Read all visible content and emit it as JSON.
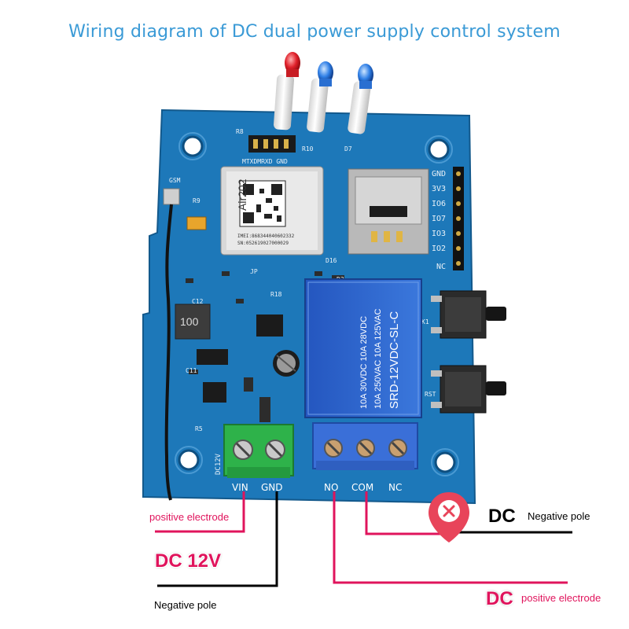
{
  "title": "Wiring diagram of DC dual power supply control system",
  "colors": {
    "title": "#3a9ad6",
    "pcb": "#1d78b9",
    "wire_positive": "#e0145c",
    "wire_negative": "#000000",
    "relay": "#2a62c9",
    "terminal_green": "#2eb24a",
    "terminal_blue": "#3a6fd8"
  },
  "board": {
    "module_label": "Air202",
    "module_lines": [
      "IMEI:868344040602332",
      "SN:052619027000029"
    ],
    "relay_text": [
      "SRD-12VDC-SL-C",
      "10A 250VAC  10A 125VAC",
      "10A 30VDC  10A 28VDC"
    ],
    "header_labels": [
      "GND",
      "3V3",
      "IO6",
      "IO7",
      "IO3",
      "IO2",
      "NC"
    ],
    "uart_label": "MTXDMRXD GND",
    "silk": {
      "gsm": "GSM",
      "inductor": "100",
      "dc12v": "DC12V",
      "k1": "K1",
      "rst": "RST",
      "jp": "JP",
      "r9": "R9",
      "r10": "R10",
      "r18": "R18",
      "d7": "D7",
      "d3": "D3",
      "c12": "C12",
      "c11": "C11",
      "r5": "R5",
      "r8": "R8",
      "d16": "D16"
    },
    "terminals": {
      "power": [
        "VIN",
        "GND"
      ],
      "relay": [
        "NO",
        "COM",
        "NC"
      ]
    },
    "leds": [
      "red-led",
      "blue-led",
      "blue-led"
    ]
  },
  "labels": {
    "positive_electrode_left": "positive electrode",
    "dc_12v": "DC 12V",
    "negative_pole_bottom": "Negative pole",
    "dc_negative": "DC",
    "negative_pole_right": "Negative pole",
    "dc_positive": "DC",
    "positive_electrode_right": "positive electrode"
  },
  "icons": {
    "breaker_marker": "close-marker-icon"
  }
}
